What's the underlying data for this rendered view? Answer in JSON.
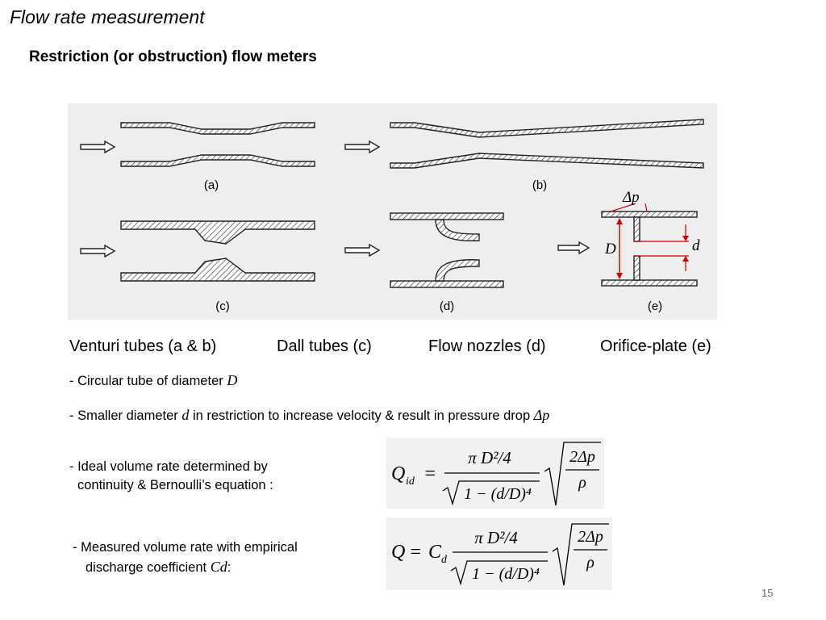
{
  "slide": {
    "title": "Flow rate measurement",
    "subtitle": "Restriction (or obstruction) flow meters",
    "page_number": "15"
  },
  "figure": {
    "labels": [
      "(a)",
      "(b)",
      "(c)",
      "(d)",
      "(e)"
    ],
    "annotations": {
      "delta_p": "Δp",
      "D": "D",
      "d": "d"
    },
    "colors": {
      "annotation": "#cc0000",
      "panel": "#eeeeee"
    }
  },
  "meter_types": [
    "Venturi tubes (a & b)",
    "Dall tubes (c)",
    "Flow nozzles (d)",
    "Orifice-plate (e)"
  ],
  "bullets": {
    "b1": {
      "text": "- Circular tube of diameter ",
      "var": "D"
    },
    "b2": {
      "pre": "- Smaller diameter ",
      "var": "d",
      "post": " in restriction to increase velocity & result in pressure drop ",
      "var2": "Δp"
    },
    "b3": {
      "line1": "- Ideal volume rate determined by",
      "line2": "continuity & Bernoulli’s equation :"
    },
    "b4": {
      "line1": "- Measured volume rate with empirical",
      "line2": "discharge coefficient ",
      "var": "Cd",
      "suffix": ":"
    }
  },
  "equations": {
    "ideal": {
      "lhs": "Q",
      "lhs_sub": "id",
      "eq": "=",
      "numerator": "π D²/4",
      "denominator": "1 − (d/D)⁴",
      "root_num": "2Δp",
      "root_den": "ρ"
    },
    "measured": {
      "lhs": "Q",
      "eq": "=",
      "coef": "C",
      "coef_sub": "d",
      "numerator": "π D²/4",
      "denominator": "1 − (d/D)⁴",
      "root_num": "2Δp",
      "root_den": "ρ"
    }
  }
}
